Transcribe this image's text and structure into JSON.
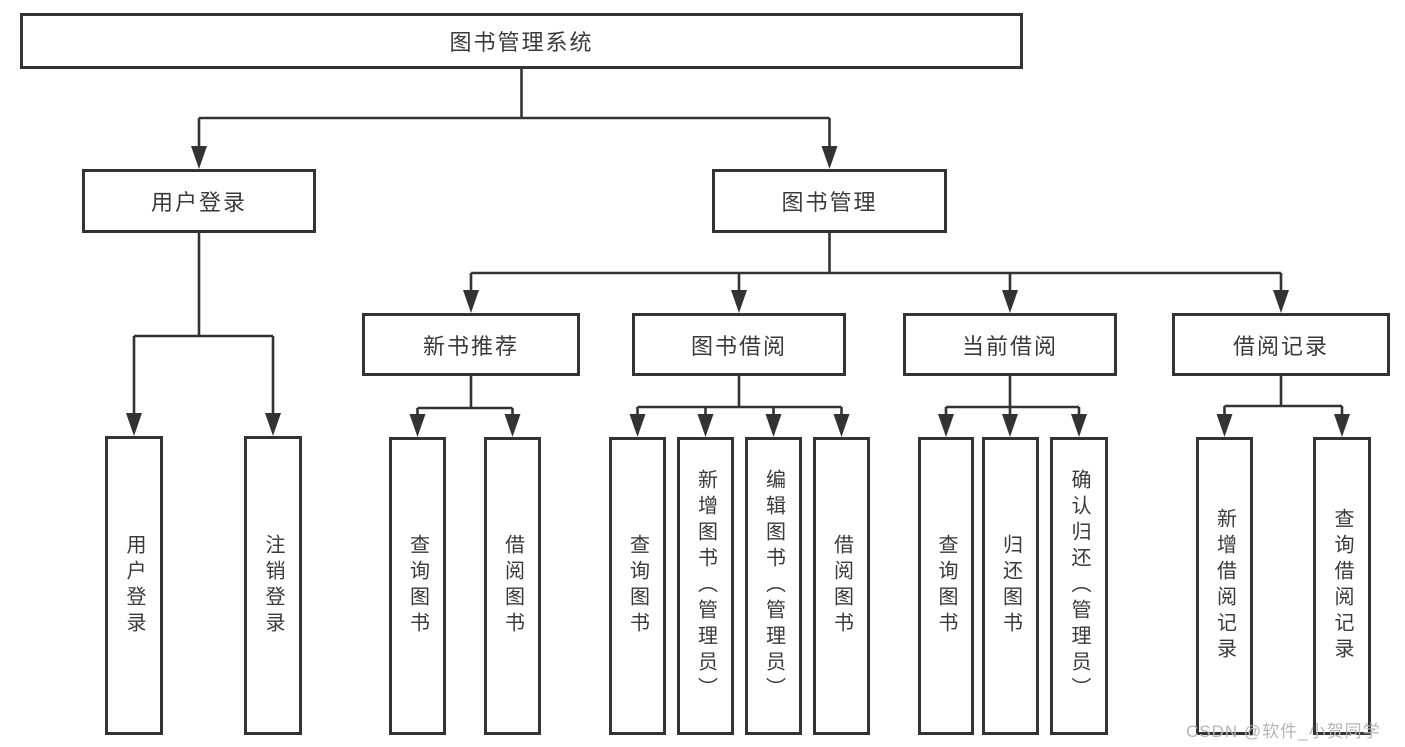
{
  "tree": {
    "root": "图书管理系统",
    "branches": [
      {
        "label": "用户登录",
        "children": [
          "用户登录",
          "注销登录"
        ]
      },
      {
        "label": "图书管理",
        "sections": [
          {
            "label": "新书推荐",
            "children": [
              "查询图书",
              "借阅图书"
            ]
          },
          {
            "label": "图书借阅",
            "children": [
              "查询图书",
              "新增图书（管理员）",
              "编辑图书（管理员）",
              "借阅图书"
            ]
          },
          {
            "label": "当前借阅",
            "children": [
              "查询图书",
              "归还图书",
              "确认归还（管理员）"
            ]
          },
          {
            "label": "借阅记录",
            "children": [
              "新增借阅记录",
              "查询借阅记录"
            ]
          }
        ]
      }
    ]
  },
  "watermark": "CSDN @软件_小贺同学",
  "colors": {
    "line": "#333333",
    "node_border": "#333333",
    "node_background": "#ffffff",
    "text": "#3a3a3a",
    "watermark": "#b5b5b5",
    "background": "#ffffff"
  }
}
